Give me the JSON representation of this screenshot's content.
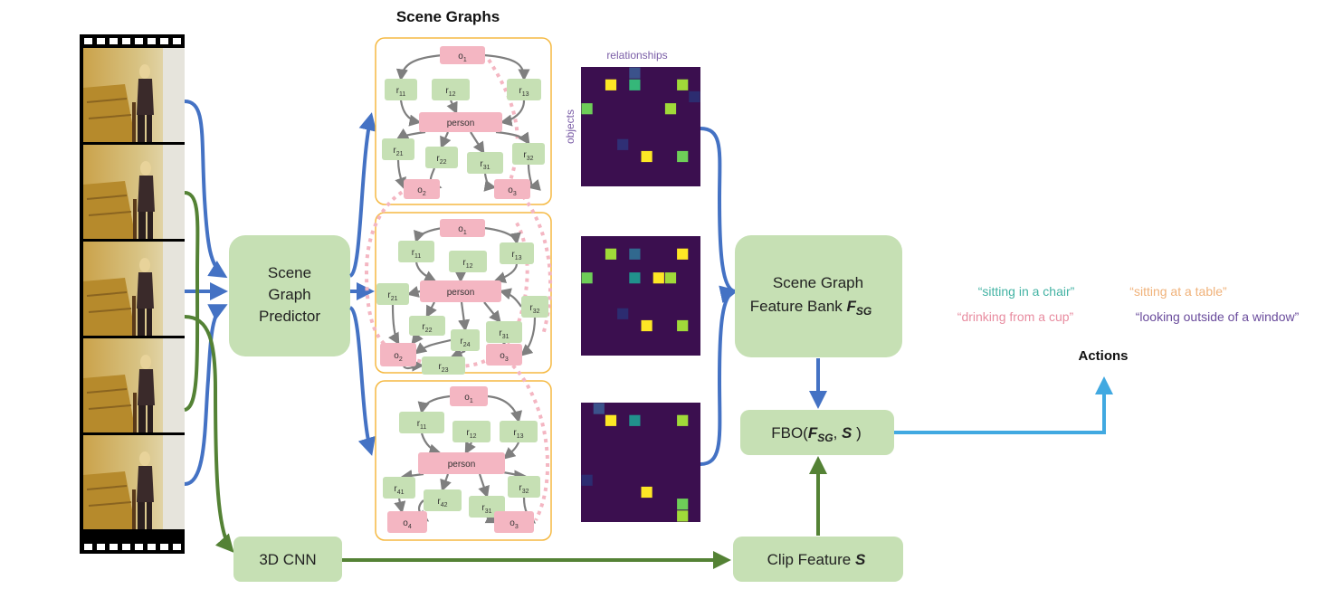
{
  "title": "Scene Graphs",
  "film": {
    "frames": 5
  },
  "predictor": {
    "line1": "Scene",
    "line2": "Graph",
    "line3": "Predictor"
  },
  "cnn": {
    "label": "3D CNN"
  },
  "bank": {
    "line1": "Scene Graph",
    "line2": "Feature Bank ",
    "math": "F",
    "sub": "SG"
  },
  "fbo": {
    "prefix": "FBO(",
    "f": "F",
    "sub": "SG",
    "comma": ", ",
    "s": "S",
    "suffix": " )"
  },
  "clip": {
    "label": "Clip Feature ",
    "s": "S"
  },
  "matrix": {
    "top_label": "relationships",
    "side_label": "objects"
  },
  "actions": {
    "title": "Actions",
    "items": [
      {
        "text": "“sitting in a chair”",
        "color": "#44b3a4"
      },
      {
        "text": "“sitting at a table”",
        "color": "#f0b27a"
      },
      {
        "text": "“drinking from a cup”",
        "color": "#e88ca0"
      },
      {
        "text": "“looking outside of a window”",
        "color": "#6a4c9c"
      }
    ]
  },
  "graphs": [
    {
      "nodes": {
        "o1": [
          "o",
          "1"
        ],
        "r11": [
          "r",
          "11"
        ],
        "r12": [
          "r",
          "12"
        ],
        "r13": [
          "r",
          "13"
        ],
        "person": [
          "person",
          ""
        ],
        "r21": [
          "r",
          "21"
        ],
        "r22": [
          "r",
          "22"
        ],
        "r31": [
          "r",
          "31"
        ],
        "r32": [
          "r",
          "32"
        ],
        "o2": [
          "o",
          "2"
        ],
        "o3": [
          "o",
          "3"
        ]
      }
    },
    {
      "nodes": {
        "o1": [
          "o",
          "1"
        ],
        "r11": [
          "r",
          "11"
        ],
        "r12": [
          "r",
          "12"
        ],
        "r13": [
          "r",
          "13"
        ],
        "person": [
          "person",
          ""
        ],
        "r21": [
          "r",
          "21"
        ],
        "r22": [
          "r",
          "22"
        ],
        "r24": [
          "r",
          "24"
        ],
        "r31": [
          "r",
          "31"
        ],
        "r32": [
          "r",
          "32"
        ],
        "r23": [
          "r",
          "23"
        ],
        "o2": [
          "o",
          "2"
        ],
        "o3": [
          "o",
          "3"
        ]
      }
    },
    {
      "nodes": {
        "o1": [
          "o",
          "1"
        ],
        "r11": [
          "r",
          "11"
        ],
        "r12": [
          "r",
          "12"
        ],
        "r13": [
          "r",
          "13"
        ],
        "person": [
          "person",
          ""
        ],
        "r41": [
          "r",
          "41"
        ],
        "r42": [
          "r",
          "42"
        ],
        "r31": [
          "r",
          "31"
        ],
        "r32": [
          "r",
          "32"
        ],
        "o4": [
          "o",
          "4"
        ],
        "o3": [
          "o",
          "3"
        ]
      }
    }
  ],
  "matrices": [
    {
      "cells": [
        [
          4,
          0,
          "#3b528b"
        ],
        [
          2,
          1,
          "#fde725"
        ],
        [
          4,
          1,
          "#35b779"
        ],
        [
          8,
          1,
          "#a0da39"
        ],
        [
          9,
          2,
          "#2c2c70"
        ],
        [
          0,
          3,
          "#6ece58"
        ],
        [
          7,
          3,
          "#a0da39"
        ],
        [
          3,
          6,
          "#2f2f75"
        ],
        [
          5,
          7,
          "#fde725"
        ],
        [
          8,
          7,
          "#6ece58"
        ]
      ]
    },
    {
      "cells": [
        [
          2,
          1,
          "#a0da39"
        ],
        [
          4,
          1,
          "#31688e"
        ],
        [
          8,
          1,
          "#fde725"
        ],
        [
          0,
          3,
          "#6ece58"
        ],
        [
          4,
          3,
          "#21918c"
        ],
        [
          6,
          3,
          "#fde725"
        ],
        [
          7,
          3,
          "#a0da39"
        ],
        [
          3,
          6,
          "#2c2c70"
        ],
        [
          5,
          7,
          "#fde725"
        ],
        [
          8,
          7,
          "#a0da39"
        ]
      ]
    },
    {
      "cells": [
        [
          1,
          0,
          "#3b528b"
        ],
        [
          2,
          1,
          "#fde725"
        ],
        [
          4,
          1,
          "#21918c"
        ],
        [
          8,
          1,
          "#a0da39"
        ],
        [
          0,
          6,
          "#2c2c70"
        ],
        [
          5,
          7,
          "#fde725"
        ],
        [
          8,
          8,
          "#6ece58"
        ],
        [
          8,
          9,
          "#a0da39"
        ]
      ]
    }
  ],
  "colors": {
    "green_box": "#c6e0b4",
    "pink_node": "#f4b6c2",
    "green_node": "#c6e0b4",
    "graph_frame": "#f5b942",
    "matrix_bg": "#3b0f4f",
    "blue_arrow": "#4472c4",
    "green_arrow": "#548235",
    "light_blue_arrow": "#41a9e1",
    "dotted_pink": "#f4b6c2",
    "purple_text": "#7b5ea7",
    "edge": "#7f7f7f"
  }
}
